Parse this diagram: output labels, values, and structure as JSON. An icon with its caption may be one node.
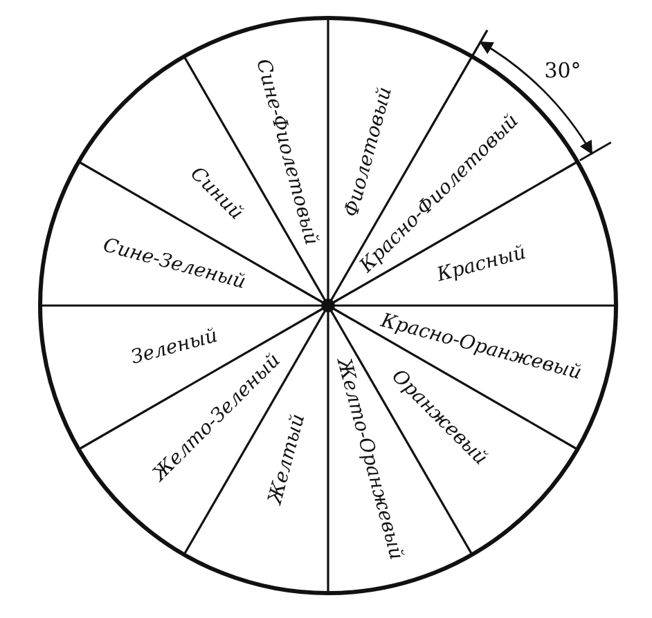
{
  "diagram": {
    "nodes": [
      {
        "text": [
          "Фиолетовый"
        ]
      },
      {
        "text": [
          "Красно-Фиолетовый"
        ]
      },
      {
        "text": [
          "Красный"
        ]
      },
      {
        "text": [
          "Красно-Оранжевый"
        ]
      },
      {
        "text": [
          "Оранжевый"
        ]
      },
      {
        "text": [
          "Желто-Оранжевый"
        ]
      },
      {
        "text": [
          "Желтый"
        ]
      },
      {
        "text": [
          "Желто-Зеленый"
        ]
      },
      {
        "text": [
          "Зеленый"
        ]
      },
      {
        "text": [
          "Сине-Зеленый"
        ]
      },
      {
        "text": [
          "Синий"
        ]
      },
      {
        "text": [
          "Сине-Фиолетовый"
        ]
      }
    ],
    "labels": [
      "30°"
    ]
  }
}
